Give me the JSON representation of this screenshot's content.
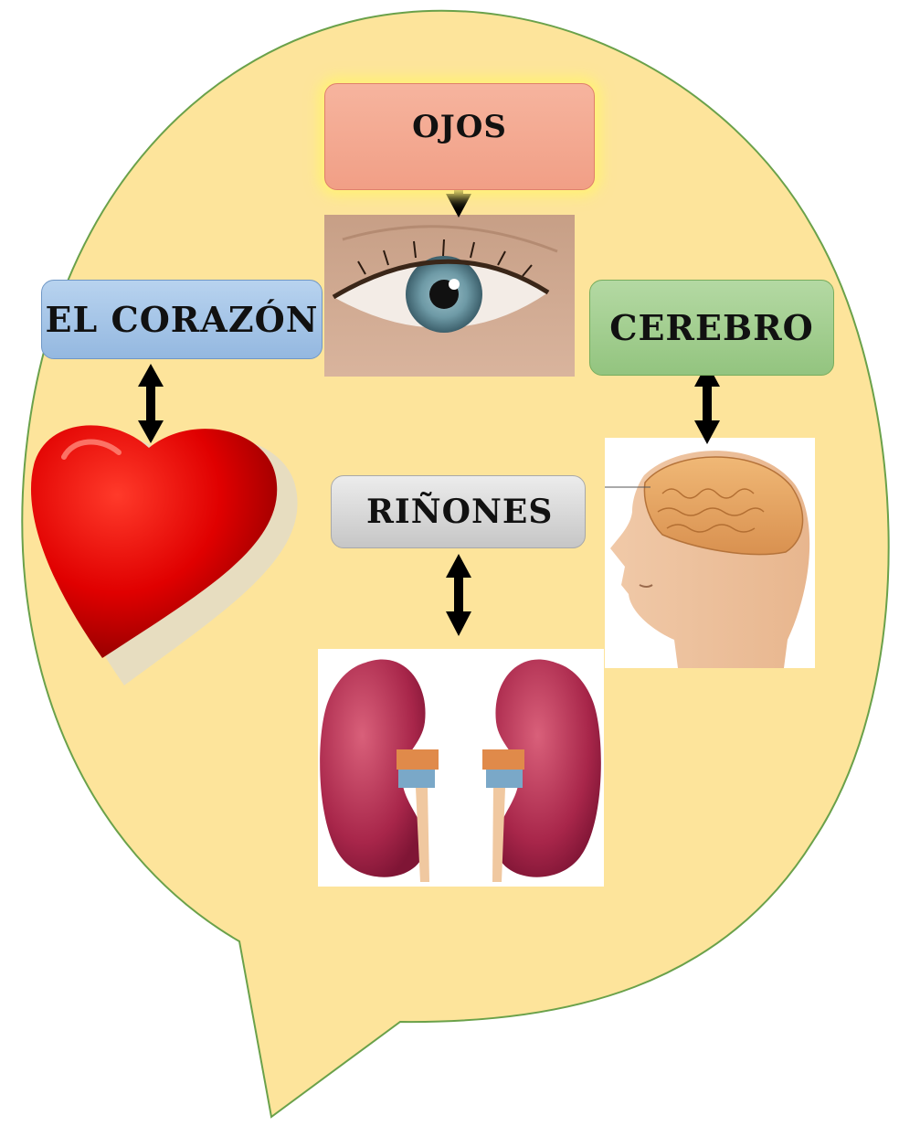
{
  "diagram": {
    "nodes": [
      {
        "id": "ojos",
        "label": "OJOS",
        "image": "eye"
      },
      {
        "id": "corazon",
        "label": "EL CORAZÓN",
        "image": "heart"
      },
      {
        "id": "cerebro",
        "label": "CEREBRO",
        "image": "brain-head"
      },
      {
        "id": "rinones",
        "label": "RIÑONES",
        "image": "kidneys"
      }
    ],
    "connector": "double-headed-arrow"
  },
  "colors": {
    "bubble_fill": "#fde49b",
    "bubble_stroke": "#6aa14a",
    "ojos_box": "#f4a992",
    "corazon_box": "#a6c5ea",
    "cerebro_box": "#a4cf90",
    "rinones_box": "#d9d9d9",
    "arrow": "#000000"
  }
}
